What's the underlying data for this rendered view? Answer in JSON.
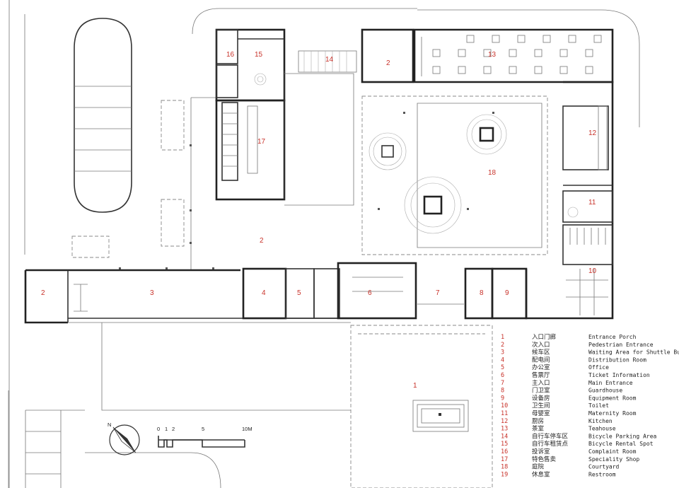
{
  "plan_labels": [
    {
      "id": "r2a",
      "text": "2"
    },
    {
      "id": "r14",
      "text": "14"
    },
    {
      "id": "r13",
      "text": "13"
    },
    {
      "id": "r16",
      "text": "16"
    },
    {
      "id": "r15",
      "text": "15"
    },
    {
      "id": "r17",
      "text": "17"
    },
    {
      "id": "r12",
      "text": "12"
    },
    {
      "id": "r18",
      "text": "18"
    },
    {
      "id": "r11",
      "text": "11"
    },
    {
      "id": "r2b",
      "text": "2"
    },
    {
      "id": "r10",
      "text": "10"
    },
    {
      "id": "r2c",
      "text": "2"
    },
    {
      "id": "r3",
      "text": "3"
    },
    {
      "id": "r4",
      "text": "4"
    },
    {
      "id": "r5",
      "text": "5"
    },
    {
      "id": "r6",
      "text": "6"
    },
    {
      "id": "r7",
      "text": "7"
    },
    {
      "id": "r8",
      "text": "8"
    },
    {
      "id": "r9",
      "text": "9"
    },
    {
      "id": "r1",
      "text": "1"
    }
  ],
  "legend": [
    {
      "num": "1",
      "cn": "入口门廊",
      "en": "Entrance Porch"
    },
    {
      "num": "2",
      "cn": "次入口",
      "en": "Pedestrian Entrance"
    },
    {
      "num": "3",
      "cn": "候车区",
      "en": "Waiting Area for Shuttle Bus"
    },
    {
      "num": "4",
      "cn": "配电间",
      "en": "Distribution Room"
    },
    {
      "num": "5",
      "cn": "办公室",
      "en": "Office"
    },
    {
      "num": "6",
      "cn": "售票厅",
      "en": "Ticket Information"
    },
    {
      "num": "7",
      "cn": "主入口",
      "en": "Main Entrance"
    },
    {
      "num": "8",
      "cn": "门卫室",
      "en": "Guardhouse"
    },
    {
      "num": "9",
      "cn": "设备房",
      "en": "Equipment Room"
    },
    {
      "num": "10",
      "cn": "卫生间",
      "en": "Toilet"
    },
    {
      "num": "11",
      "cn": "母婴室",
      "en": "Maternity Room"
    },
    {
      "num": "12",
      "cn": "厨房",
      "en": "Kitchen"
    },
    {
      "num": "13",
      "cn": "茶室",
      "en": "Teahouse"
    },
    {
      "num": "14",
      "cn": "自行车停车区",
      "en": "Bicycle Parking Area"
    },
    {
      "num": "15",
      "cn": "自行车租赁点",
      "en": "Bicycle Rental Spot"
    },
    {
      "num": "16",
      "cn": "投诉室",
      "en": "Complaint Room"
    },
    {
      "num": "17",
      "cn": "特色售卖",
      "en": "Speciality Shop"
    },
    {
      "num": "18",
      "cn": "庭院",
      "en": "Courtyard"
    },
    {
      "num": "19",
      "cn": "休息室",
      "en": "Restroom"
    }
  ],
  "scale_bar": {
    "ticks": [
      "0",
      "1",
      "2",
      "5",
      "10M"
    ]
  },
  "north_arrow": {
    "label": "N"
  }
}
